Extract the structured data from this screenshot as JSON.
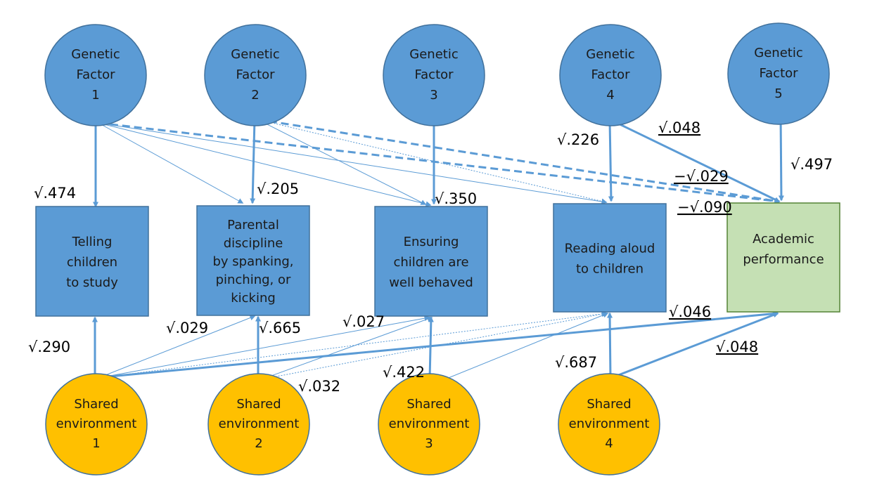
{
  "colors": {
    "genetic": "#5b9bd5",
    "shared": "#ffc000",
    "observed": "#5b9bd5",
    "outcome": "#c5e0b4",
    "border_blue": "#41719c",
    "border_green": "#548235",
    "arrow": "#5b9bd5"
  },
  "genetic_factors": [
    {
      "id": "G1",
      "lines": [
        "Genetic",
        "Factor",
        "1"
      ]
    },
    {
      "id": "G2",
      "lines": [
        "Genetic",
        "Factor",
        "2"
      ]
    },
    {
      "id": "G3",
      "lines": [
        "Genetic",
        "Factor",
        "3"
      ]
    },
    {
      "id": "G4",
      "lines": [
        "Genetic",
        "Factor",
        "4"
      ]
    },
    {
      "id": "G5",
      "lines": [
        "Genetic",
        "Factor",
        "5"
      ]
    }
  ],
  "observed": [
    {
      "id": "O1",
      "lines": [
        "Telling",
        "children",
        "to study"
      ]
    },
    {
      "id": "O2",
      "lines": [
        "Parental",
        "discipline",
        "by spanking,",
        "pinching, or",
        "kicking"
      ]
    },
    {
      "id": "O3",
      "lines": [
        "Ensuring",
        "children are",
        "well behaved"
      ]
    },
    {
      "id": "O4",
      "lines": [
        "Reading aloud",
        "to children"
      ]
    }
  ],
  "outcome": {
    "id": "AP",
    "lines": [
      "Academic",
      "performance"
    ]
  },
  "shared_environment": [
    {
      "id": "S1",
      "lines": [
        "Shared",
        "environment",
        "1"
      ]
    },
    {
      "id": "S2",
      "lines": [
        "Shared",
        "environment",
        "2"
      ]
    },
    {
      "id": "S3",
      "lines": [
        "Shared",
        "environment",
        "3"
      ]
    },
    {
      "id": "S4",
      "lines": [
        "Shared",
        "environment",
        "4"
      ]
    }
  ],
  "coefficients": [
    {
      "id": "g1-o1",
      "text": "√.474",
      "underline": false
    },
    {
      "id": "g2-o2",
      "text": "√.205",
      "underline": false
    },
    {
      "id": "g3-o3",
      "text": "√.350",
      "underline": false
    },
    {
      "id": "g4-o4",
      "text": "√.226",
      "underline": false
    },
    {
      "id": "g5-ap",
      "text": "√.497",
      "underline": false
    },
    {
      "id": "g4-ap",
      "text": "√.048",
      "underline": true
    },
    {
      "id": "g1-ap",
      "text": "−√.029",
      "underline": true
    },
    {
      "id": "g2-ap",
      "text": "−√.090",
      "underline": true
    },
    {
      "id": "s1-o1",
      "text": "√.290",
      "underline": false
    },
    {
      "id": "s1-o2",
      "text": "√.029",
      "underline": false
    },
    {
      "id": "s2-o2",
      "text": "√.665",
      "underline": false
    },
    {
      "id": "s1-o3",
      "text": "√.027",
      "underline": false
    },
    {
      "id": "s2-o3",
      "text": "√.032",
      "underline": false
    },
    {
      "id": "s3-o3",
      "text": "√.422",
      "underline": false
    },
    {
      "id": "s4-o4",
      "text": "√.687",
      "underline": false
    },
    {
      "id": "s1-ap",
      "text": "√.046",
      "underline": true
    },
    {
      "id": "s4-ap",
      "text": "√.048",
      "underline": true
    }
  ]
}
